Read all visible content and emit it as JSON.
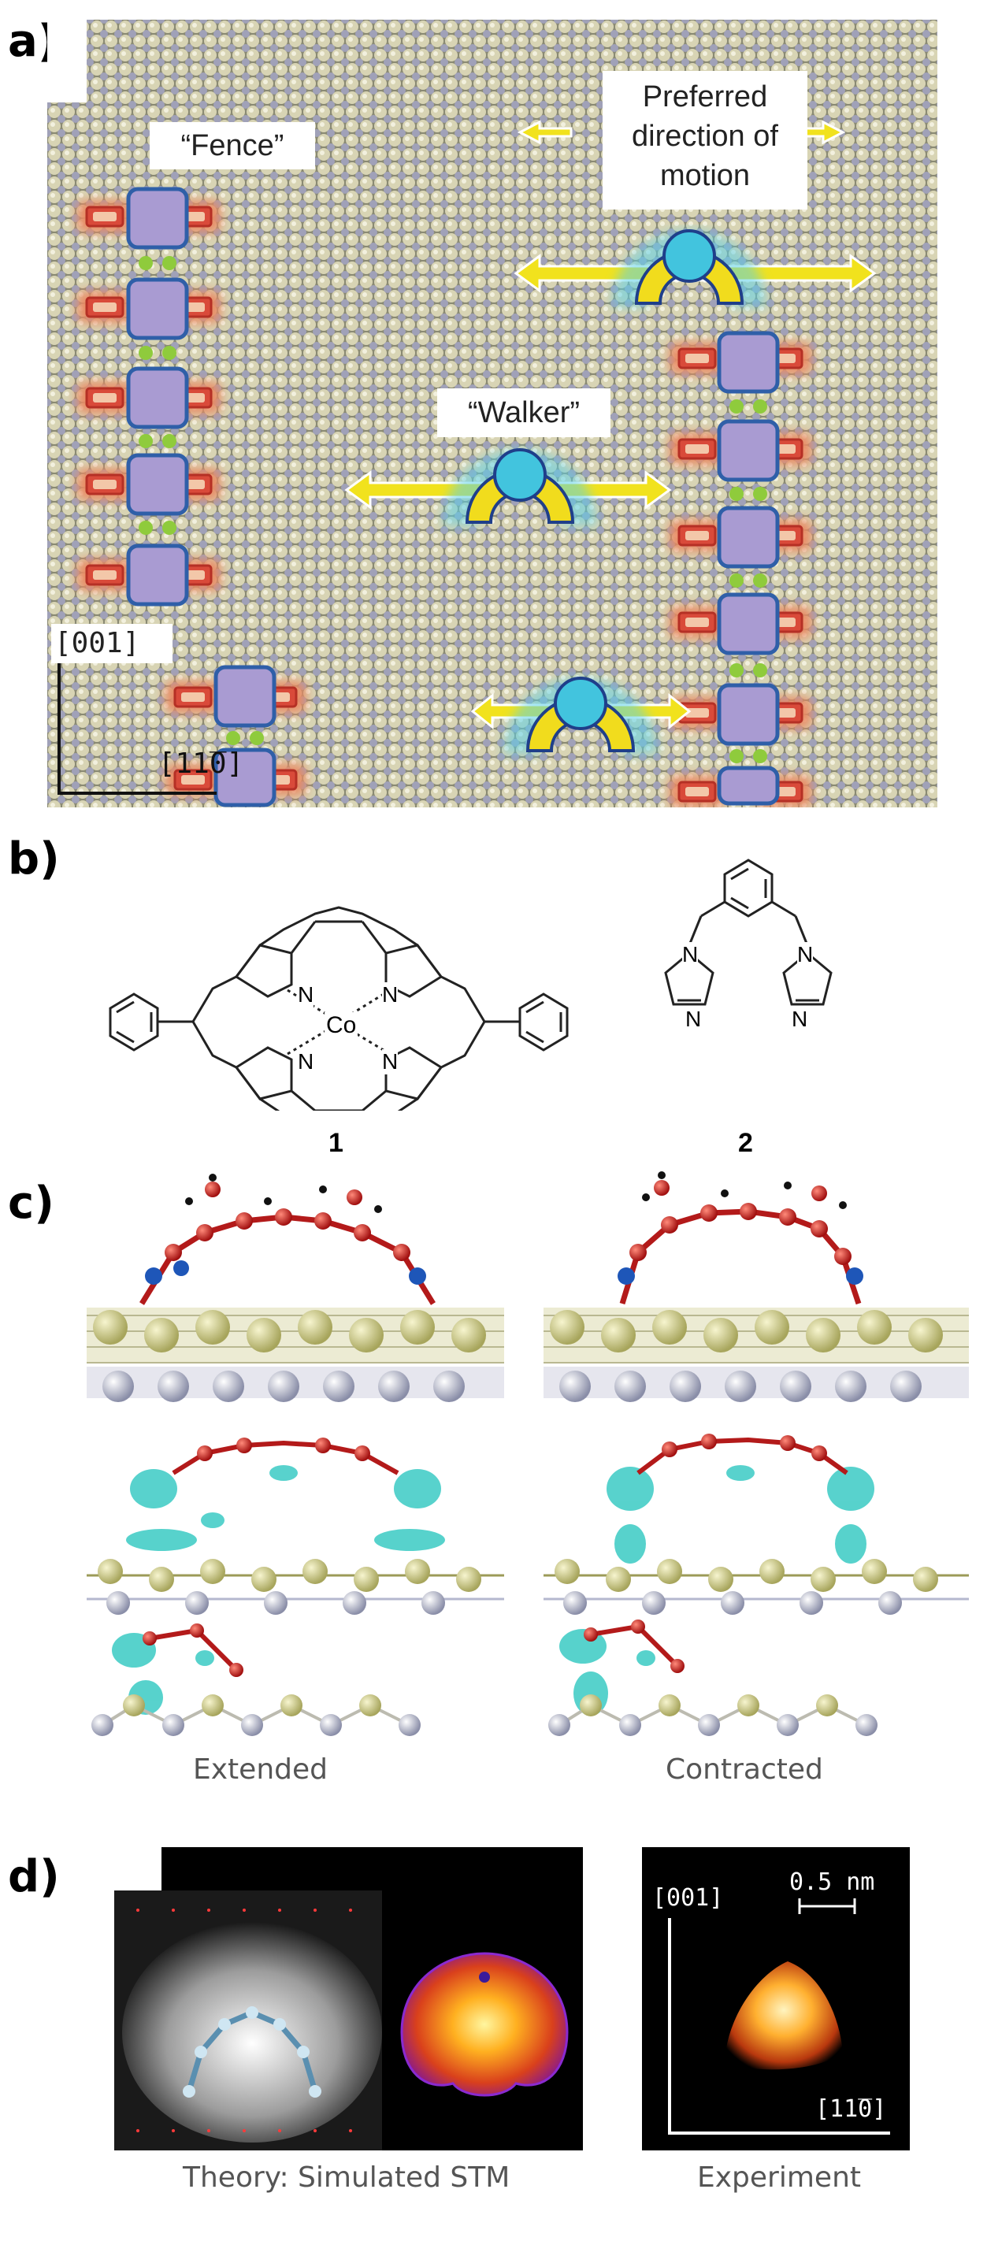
{
  "panels": {
    "a": {
      "letter": "a)",
      "fence_label": "“Fence”",
      "walker_label": "“Walker”",
      "direction_label": [
        "Preferred",
        "direction of",
        "motion"
      ],
      "axis_vertical": "[001]",
      "axis_horizontal": "[1̅ 1 0]",
      "axis_horizontal_text": "[11̅0]"
    },
    "b": {
      "letter": "b)",
      "compound_1": "1",
      "compound_2": "2",
      "metal": "Co",
      "nitrogen": "N"
    },
    "c": {
      "letter": "c)",
      "left_caption": "Extended",
      "right_caption": "Contracted"
    },
    "d": {
      "letter": "d)",
      "left_caption": "Theory: Simulated STM",
      "right_caption": "Experiment",
      "scale_bar": "0.5 nm",
      "axis_vertical": "[001]",
      "axis_horizontal": "[11̅0]"
    }
  },
  "colors": {
    "square_fill": "#a99bd2",
    "square_stroke": "#2f5fa8",
    "link_green": "#8fcb3c",
    "red_rect": "#d94a3a",
    "walker_blue": "#42c4de",
    "walker_yellow": "#f1dc1d",
    "surface_bg": "#c9c5a9"
  }
}
